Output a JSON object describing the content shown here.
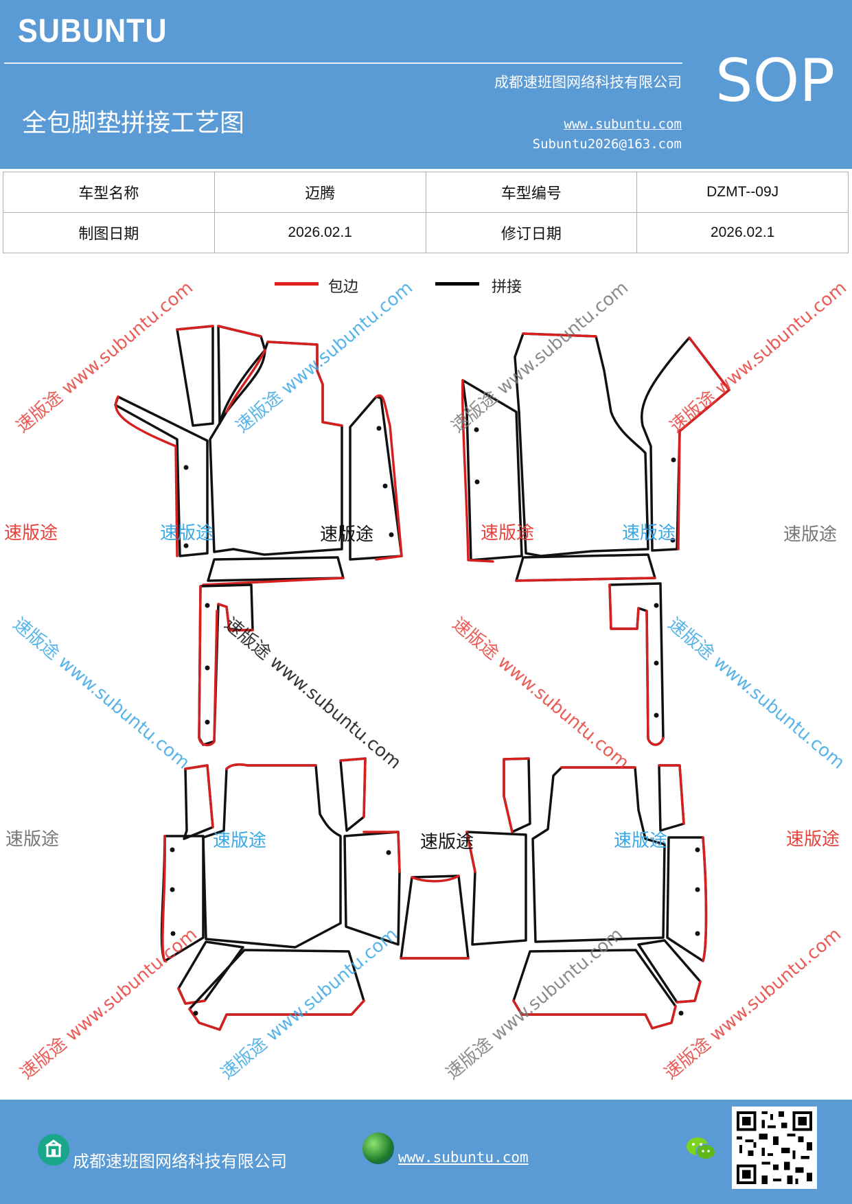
{
  "header": {
    "brand": "SUBUNTU",
    "company": "成都速班图网络科技有限公司",
    "doc_title": "全包脚垫拼接工艺图",
    "website": "www.subuntu.com",
    "email": "Subuntu2026@163.com",
    "sop": "SOP",
    "bg_color": "#5b9bd5"
  },
  "info_table": {
    "rows": [
      [
        "车型名称",
        "迈腾",
        "车型编号",
        "DZMT--09J"
      ],
      [
        "制图日期",
        "2026.02.1",
        "修订日期",
        "2026.02.1"
      ]
    ]
  },
  "legend": {
    "items": [
      {
        "label": "包边",
        "color": "#e02020"
      },
      {
        "label": "拼接",
        "color": "#000000"
      }
    ]
  },
  "watermark": {
    "brand": "速版途",
    "diag": "速版途 www.subuntu.com",
    "colors": {
      "red": "#e8403a",
      "blue": "#3aa8e6",
      "gray": "#777777",
      "black": "#111111"
    }
  },
  "footer": {
    "company": "成都速班图网络科技有限公司",
    "website": "www.subuntu.com",
    "icons": [
      "building-icon",
      "globe-icon",
      "wechat-icon",
      "qr-code"
    ]
  }
}
